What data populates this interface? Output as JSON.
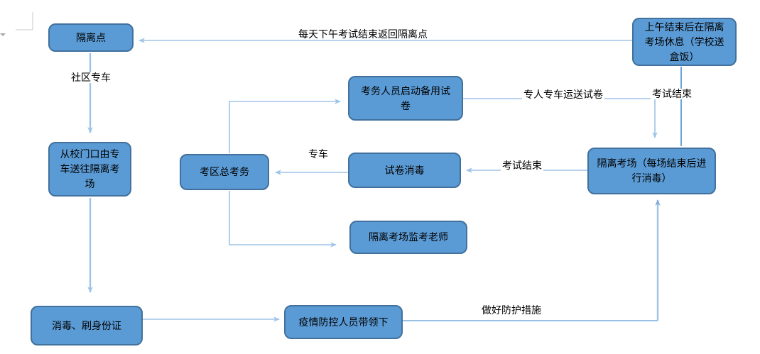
{
  "diagram": {
    "type": "flowchart",
    "nodes": {
      "isolation_point": {
        "label": "隔离点"
      },
      "morning_rest": {
        "label": "上午结束后在隔离\n考场休息（学校送\n盒饭）"
      },
      "school_gate_transfer": {
        "label": "从校门口由专\n车送往隔离考\n场"
      },
      "backup_papers": {
        "label": "考务人员启动备用试\n卷"
      },
      "district_chief_office": {
        "label": "考区总考务"
      },
      "paper_disinfection": {
        "label": "试卷消毒"
      },
      "isolation_exam_room": {
        "label": "隔离考场（每场结束后进\n行消毒）"
      },
      "invigilators": {
        "label": "隔离考场监考老师"
      },
      "disinfect_id_check": {
        "label": "消毒、刷身份证"
      },
      "epidemic_control_staff": {
        "label": "疫情防控人员带领下"
      }
    },
    "edge_labels": {
      "return_daily": "每天下午考试结束返回隔离点",
      "community_bus": "社区专车",
      "dedicated_bus": "专车",
      "exam_end_mid": "考试结束",
      "exam_end_right": "考试结束",
      "transport_papers": "专人专车运送试卷",
      "protective_measures": "做好防护措施"
    },
    "colors": {
      "node_fill": "#5b9bd5",
      "node_border": "#41719c",
      "connector_light": "#9dc3e6",
      "connector_dark": "#5b9bd5",
      "margin_mark": "#c9c9c9",
      "text": "#000000"
    }
  }
}
